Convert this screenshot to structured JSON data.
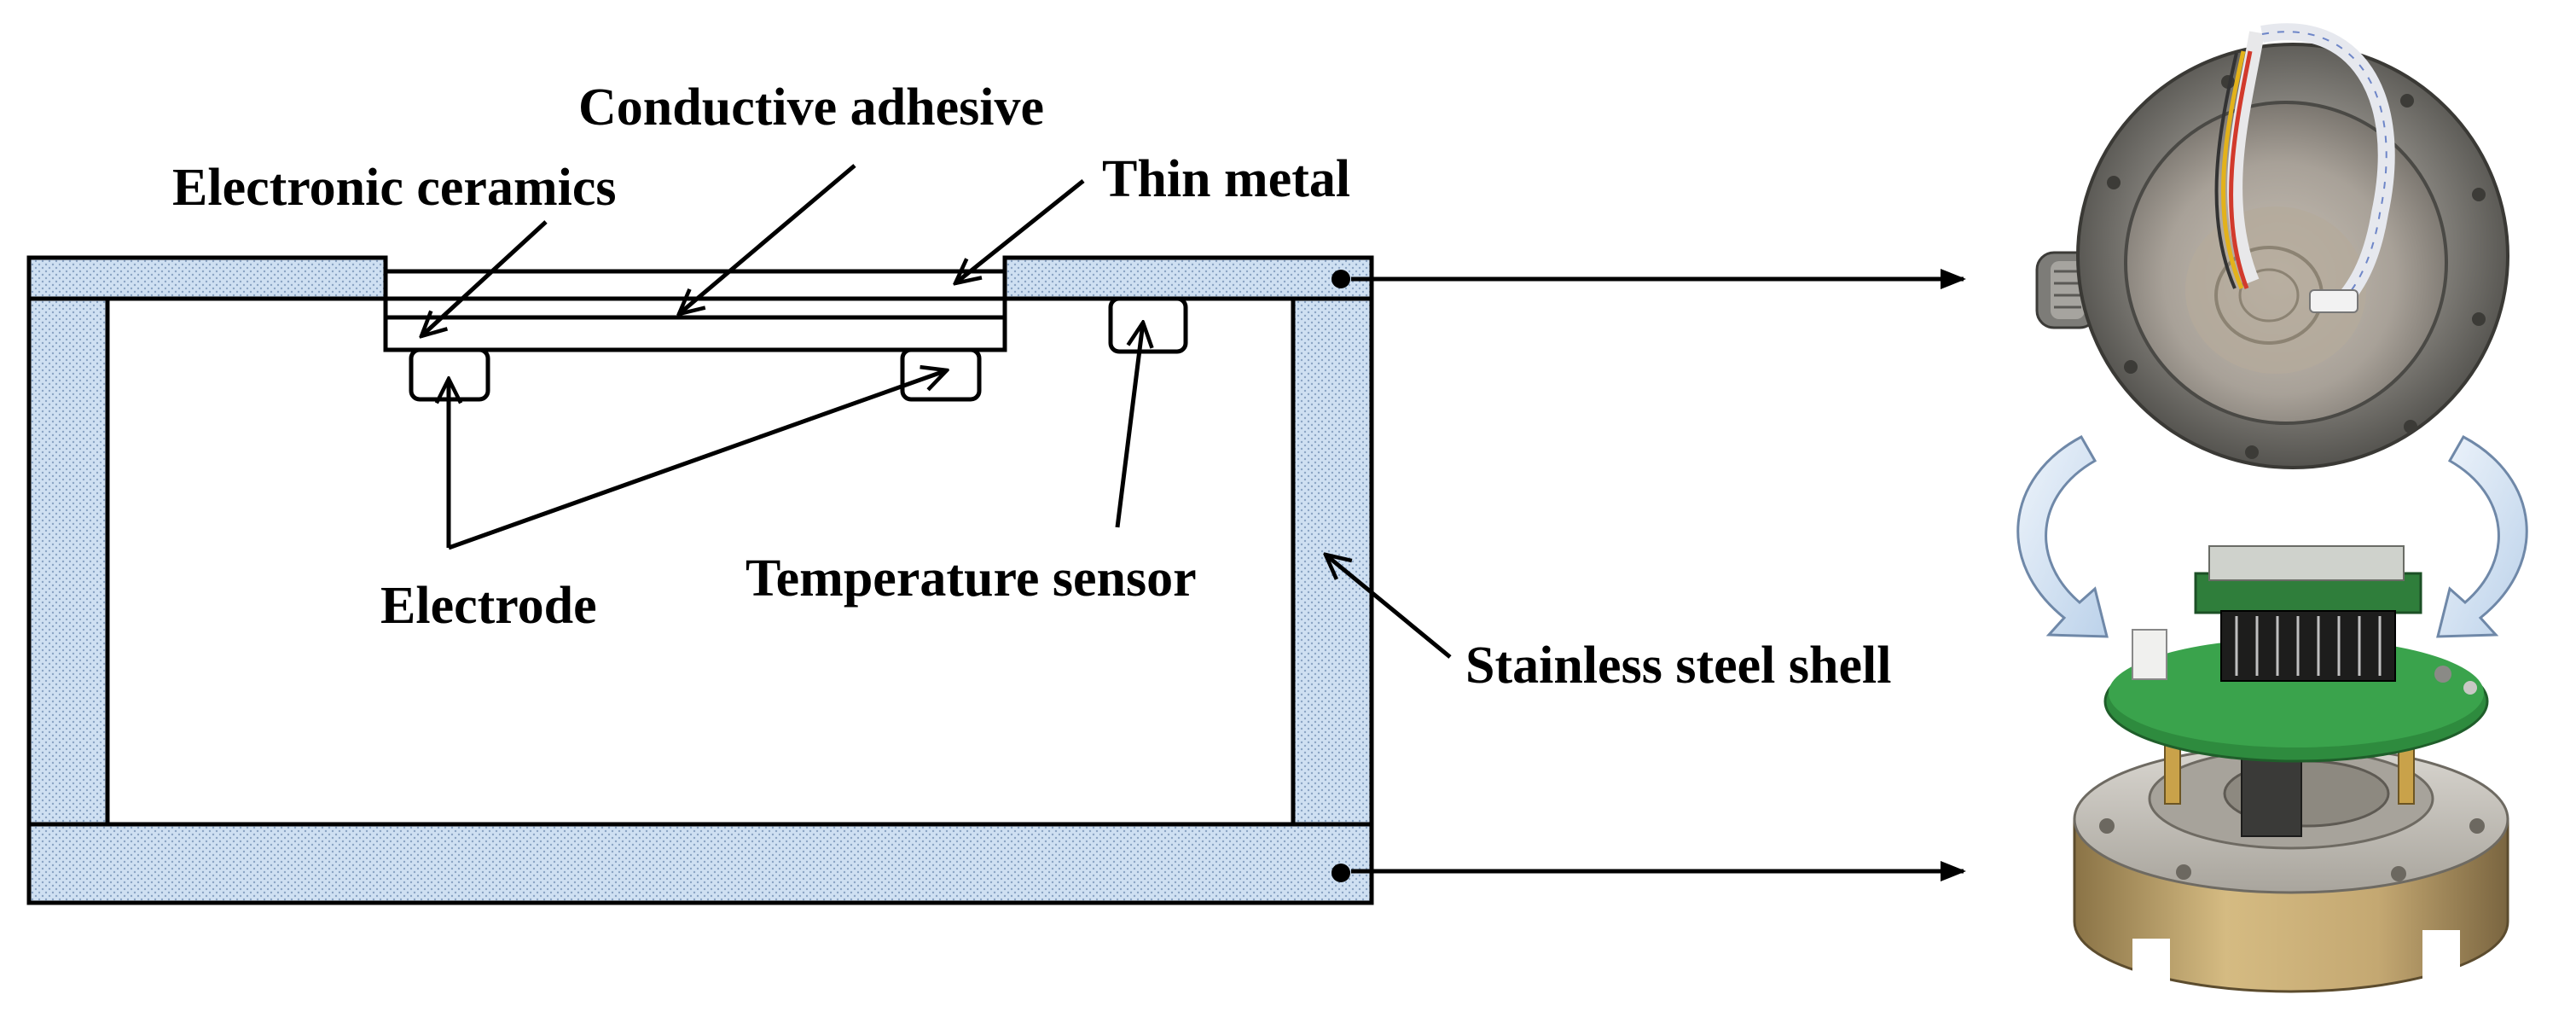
{
  "labels": {
    "conductive_adhesive": "Conductive adhesive",
    "electronic_ceramics": "Electronic ceramics",
    "thin_metal": "Thin metal",
    "electrode": "Electrode",
    "temperature_sensor": "Temperature sensor",
    "stainless_steel_shell": "Stainless steel shell"
  },
  "colors": {
    "shell_fill": "#cfe0f2",
    "shell_dots": "#8aa4c4",
    "outline": "#000000",
    "metal_top": "#9b9a97",
    "metal_dark": "#55544f",
    "brass": "#c2a46a",
    "pcb_green": "#2e8b3e",
    "curved_arrow": "#dbe8f5"
  },
  "photos": {
    "top": "sensor-assembly-top-view",
    "bottom": "sensor-base-with-circuit-board"
  }
}
